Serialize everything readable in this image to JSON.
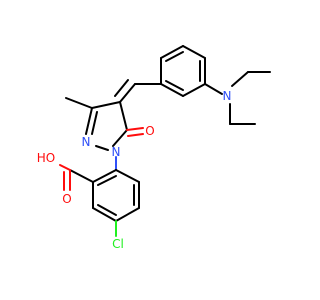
{
  "molecule": {
    "atoms": {
      "N_amine": {
        "label": "N",
        "color": "#3050f8"
      },
      "N_ring1": {
        "label": "N",
        "color": "#3050f8"
      },
      "N_ring2": {
        "label": "N",
        "color": "#3050f8"
      },
      "O_carbonyl": {
        "label": "O",
        "color": "#ff0d0d"
      },
      "O_acid": {
        "label": "O",
        "color": "#ff0d0d"
      },
      "OH_acid": {
        "label": "HO",
        "color": "#ff0d0d"
      },
      "Cl": {
        "label": "Cl",
        "color": "#1ff01f"
      }
    },
    "colors": {
      "bond": "#000000",
      "oxygen": "#ff0d0d",
      "nitrogen": "#3050f8",
      "chlorine": "#1ff01f"
    }
  }
}
